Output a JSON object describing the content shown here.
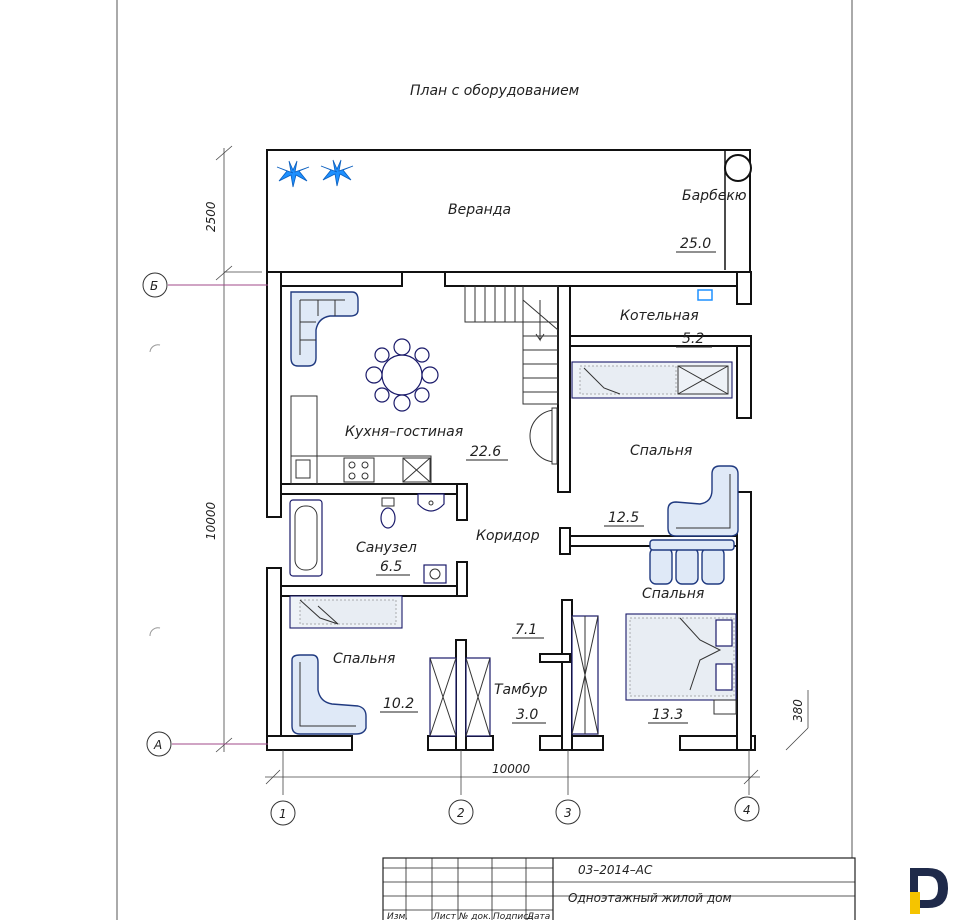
{
  "title": "План с оборудованием",
  "rooms": {
    "veranda": {
      "name": "Веранда",
      "area": "25.0"
    },
    "bbq": {
      "name": "Барбекю"
    },
    "boiler": {
      "name": "Котельная",
      "area": "5.2"
    },
    "kitchen": {
      "name": "Кухня–гостиная",
      "area": "22.6"
    },
    "bedroom_right_top": {
      "name": "Спальня",
      "area": "12.5"
    },
    "bathroom": {
      "name": "Санузел",
      "area": "6.5"
    },
    "corridor": {
      "name": "Коридор",
      "area": "7.1"
    },
    "bedroom_right_bottom": {
      "name": "Спальня",
      "area": "13.3"
    },
    "bedroom_left": {
      "name": "Спальня",
      "area": "10.2"
    },
    "vestibule": {
      "name": "Тамбур",
      "area": "3.0"
    }
  },
  "dimensions": {
    "veranda_depth": "2500",
    "house_depth": "10000",
    "house_width": "10000",
    "wall_thickness": "380"
  },
  "axes": {
    "row_b": "Б",
    "row_a": "А",
    "col_1": "1",
    "col_2": "2",
    "col_3": "3",
    "col_4": "4"
  },
  "title_block": {
    "code": "03–2014–АС",
    "project": "Одноэтажный жилой дом",
    "headers": [
      "Изм.",
      "Лист",
      "№ док.",
      "Подпись",
      "Дата"
    ]
  },
  "colors": {
    "accent": "#1e90ff",
    "logo_blue": "#1f2a4a",
    "logo_yellow": "#f5c400",
    "axis": "#a04a8a"
  }
}
